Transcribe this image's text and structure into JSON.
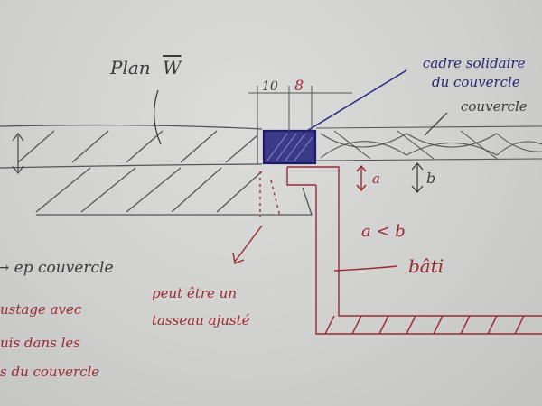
{
  "labels": {
    "plan": "Plan",
    "plan_ref": "W",
    "dim_10": "10",
    "dim_8": "8",
    "cadre_line1": "cadre solidaire",
    "cadre_line2": "du couvercle",
    "couvercle": "couvercle",
    "a": "a",
    "b": "b",
    "a_lt_b": "a < b",
    "bati": "bâti",
    "tasseau_line1": "peut être un",
    "tasseau_line2": "tasseau ajusté",
    "left_line1": "→ ep couvercle",
    "left_line2": "ustage avec",
    "left_line3": "uis dans les",
    "left_line4": "s du couvercle"
  },
  "colors": {
    "pencil": "#3a3a3c",
    "blue_ink": "#27236e",
    "red_ink": "#9a2a33",
    "paper": "#d4d4d2"
  }
}
